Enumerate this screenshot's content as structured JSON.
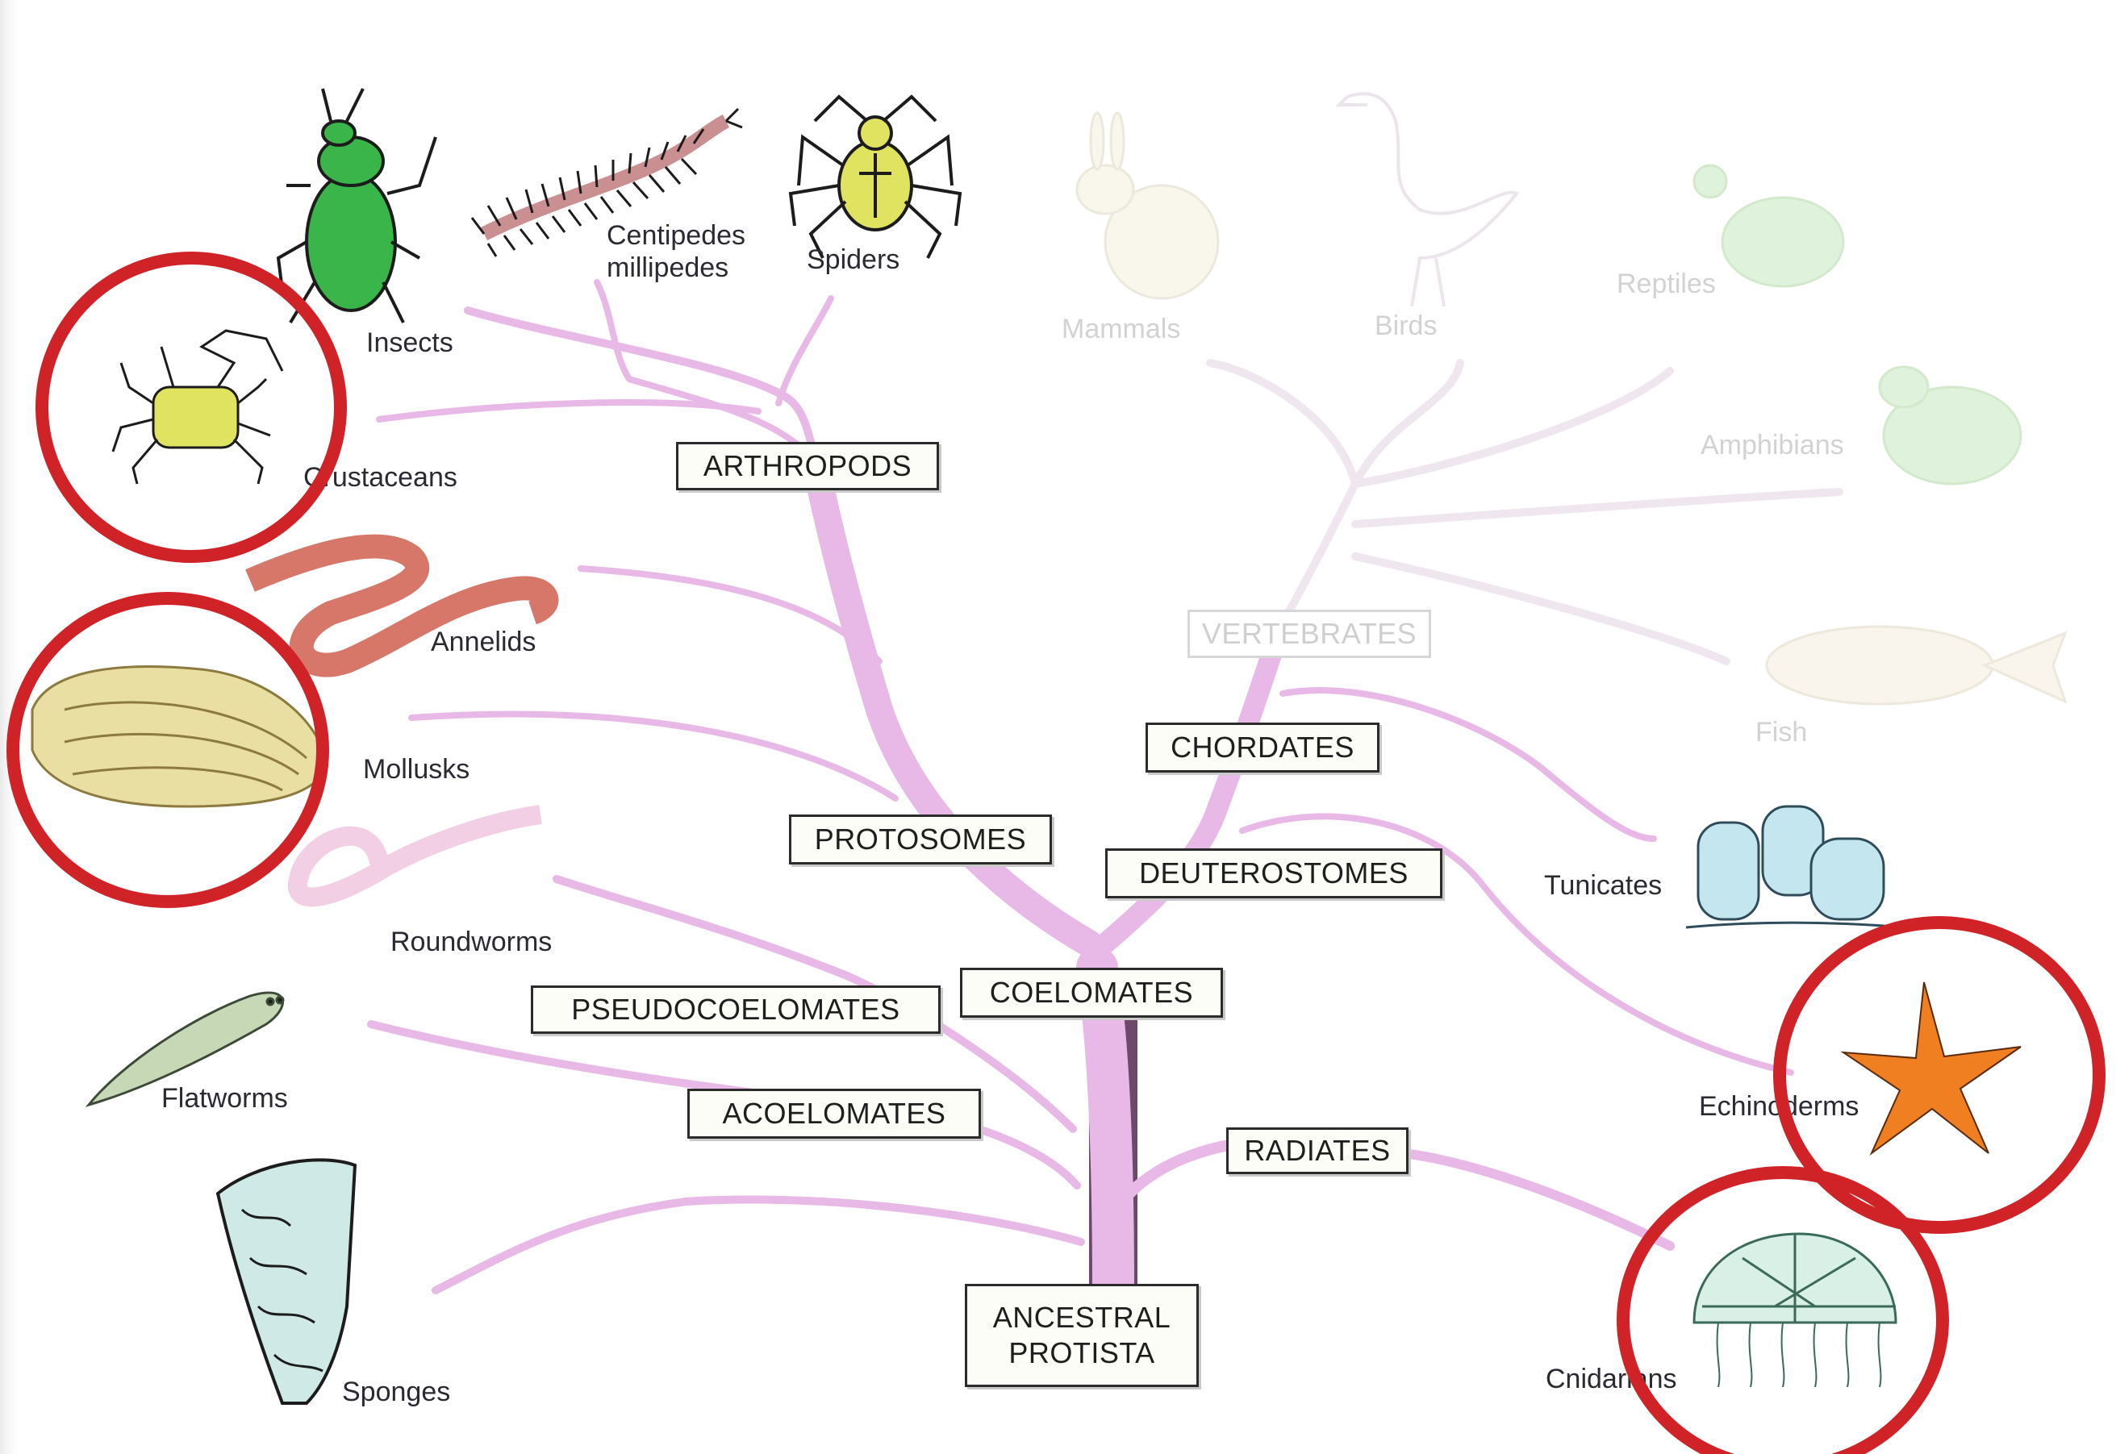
{
  "nodes": {
    "arthropods": "ARTHROPODS",
    "protosomes": "PROTOSOMES",
    "coelomates": "COELOMATES",
    "pseudocoelomates": "PSEUDOCOELOMATES",
    "acoelomates": "ACOELOMATES",
    "radiates": "RADIATES",
    "chordates": "CHORDATES",
    "deuterostomes": "DEUTEROSTOMES",
    "vertebrates": "VERTEBRATES",
    "root_line1": "ANCESTRAL",
    "root_line2": "PROTISTA"
  },
  "labels": {
    "insects": "Insects",
    "centipedes_line1": "Centipedes",
    "centipedes_line2": "millipedes",
    "spiders": "Spiders",
    "crustaceans": "Crustaceans",
    "annelids": "Annelids",
    "mollusks": "Mollusks",
    "roundworms": "Roundworms",
    "flatworms": "Flatworms",
    "sponges": "Sponges",
    "mammals": "Mammals",
    "birds": "Birds",
    "reptiles": "Reptiles",
    "amphibians": "Amphibians",
    "fish": "Fish",
    "tunicates": "Tunicates",
    "echinoderms": "Echinoderms",
    "cnidarians": "Cnidarians"
  },
  "colors": {
    "branch": "#e8b8e6",
    "branch_outline": "#6d4a6c",
    "faded_branch": "#f4eef4",
    "highlight_ring": "#cf2327"
  }
}
